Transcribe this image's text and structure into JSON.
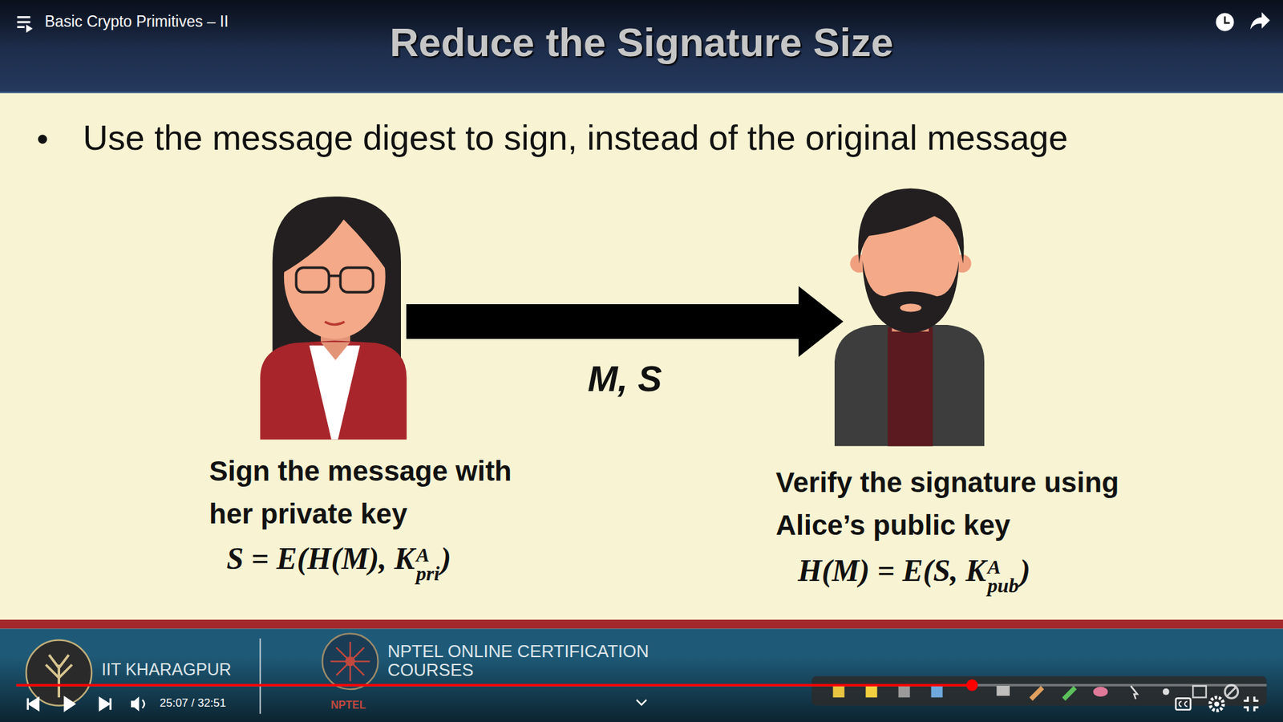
{
  "diagram": {
    "title": "Reduce the Signature Size",
    "nodes": [
      {
        "text": [
          "Sign the message with her private key",
          "S = E(H(M), K",
          "A",
          "pri",
          ")"
        ]
      },
      {
        "text": [
          "Verify the signature using Alice’s public key",
          "H(M) = E(S, K",
          "A",
          "pub",
          ")"
        ]
      }
    ],
    "edges": [
      {
        "from": 0,
        "to": 1,
        "arrow": "to",
        "label": "M, S"
      }
    ],
    "labels": [
      "Basic Crypto Primitives – II",
      "Use the message digest to sign, instead of the original message",
      "IIT KHARAGPUR",
      "NPTEL ONLINE CERTIFICATION COURSES",
      "NPTEL",
      "25:07 / 32:51"
    ]
  }
}
